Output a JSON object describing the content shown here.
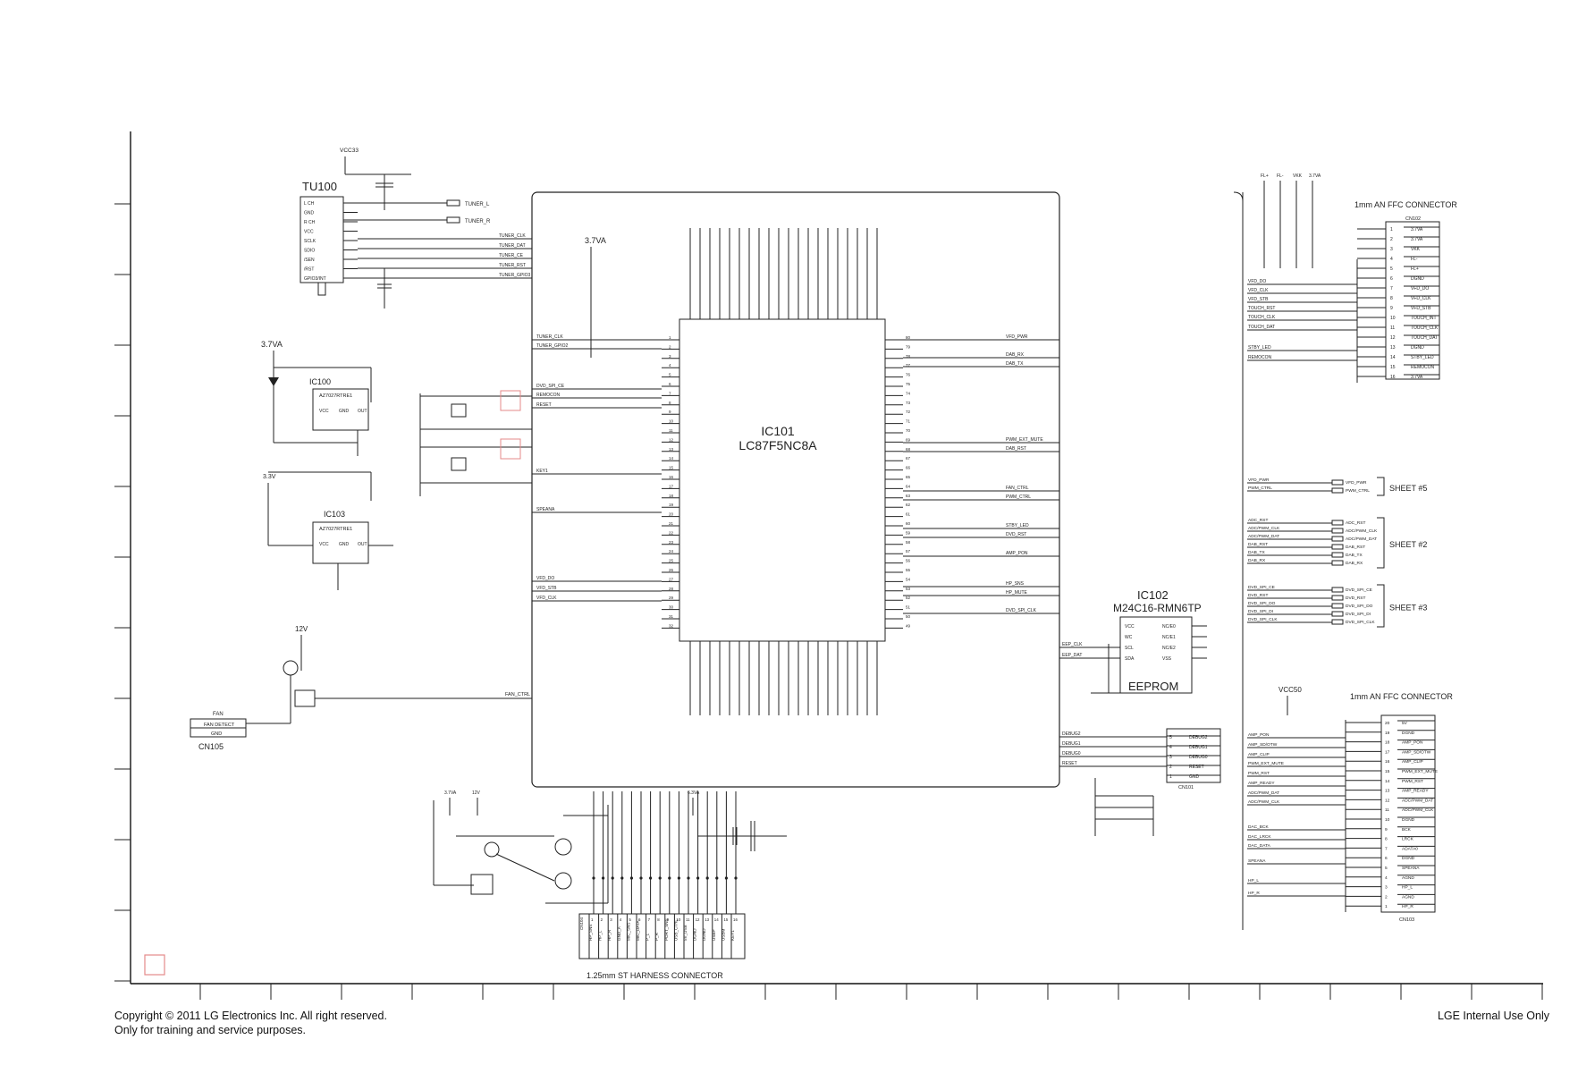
{
  "footer": {
    "copyright": "Copyright © 2011 LG Electronics Inc. All right reserved.",
    "training": "Only for training and service purposes.",
    "internal": "LGE Internal Use Only"
  },
  "tuner": {
    "ref": "TU100",
    "supply": "VCC33",
    "pins": [
      "L CH",
      "GND",
      "R CH",
      "VCC",
      "SCLK",
      "SDIO",
      "/SEN",
      "/RST",
      "GPIO3/INT"
    ],
    "out_left": "TUNER_L",
    "out_right": "TUNER_R",
    "nets": [
      "TUNER_CLK",
      "TUNER_DAT",
      "TUNER_CE",
      "TUNER_RST",
      "TUNER_GPIO3"
    ]
  },
  "regulators": [
    {
      "ref": "IC100",
      "part": "AZ7027RTRE1",
      "supply": "3.7VA",
      "pins": [
        "VCC",
        "GND",
        "OUT"
      ]
    },
    {
      "ref": "IC103",
      "part": "AZ7027RTRE1",
      "supply": "3.3V",
      "pins": [
        "VCC",
        "GND",
        "OUT"
      ]
    }
  ],
  "mcu": {
    "ref": "IC101",
    "part": "LC87F5NC8A",
    "supply": "3.7VA",
    "left_signals": [
      "TUNER_CLK",
      "TUNER_GPIO2",
      "DVD_SPI_CE",
      "REMOCON",
      "RESET",
      "KEY1",
      "SPEANA",
      "VFD_DO",
      "VFD_STB",
      "VFD_CLK"
    ],
    "right_signals": [
      "VFD_PWR",
      "DAB_RX",
      "DAB_TX",
      "PWM_EXT_MUTE",
      "DAB_RST",
      "FAN_CTRL",
      "PWM_CTRL",
      "STBY_LED",
      "DVD_RST",
      "AMP_PON",
      "HP_SNS",
      "HP_MUTE",
      "DVD_SPI_CLK"
    ]
  },
  "eeprom": {
    "ref": "IC102",
    "part": "M24C16-RMN6TP",
    "label": "EEPROM",
    "pins": [
      "NC/E0",
      "NC/E1",
      "NC/E2",
      "VSS",
      "VCC",
      "WC",
      "SCL",
      "SDA"
    ],
    "nets": [
      "EEP_CLK",
      "EEP_DAT"
    ]
  },
  "fan": {
    "ref": "CN105",
    "label": "FAN",
    "rows": [
      "FAN DETECT",
      "GND"
    ],
    "supply": "12V",
    "net": "FAN_CTRL"
  },
  "cn102": {
    "title": "1mm AN FFC CONNECTOR",
    "ref": "CN102",
    "pins": [
      "3.7VA",
      "3.7VA",
      "VKK",
      "FL-",
      "FL+",
      "DGND",
      "VFD_DO",
      "VFD_CLK",
      "VFD_STB",
      "TOUCH_INT",
      "TOUCH_CLK",
      "TOUCH_DAT",
      "DGND",
      "STBY_LED",
      "REMOCON",
      "3.7VA"
    ],
    "top_nets": [
      "FL+",
      "FL-",
      "VKK",
      "3.7VA"
    ],
    "left_nets": [
      "VFD_DO",
      "VFD_CLK",
      "VFD_STB",
      "TOUCH_RST",
      "TOUCH_CLK",
      "TOUCH_DAT",
      "STBY_LED",
      "REMOCON"
    ]
  },
  "sheets": [
    {
      "label": "SHEET #5",
      "nets": [
        "VFD_PWR",
        "PWM_CTRL"
      ]
    },
    {
      "label": "SHEET #2",
      "nets": [
        "ADC_RST",
        "ADC/PWM_CLK",
        "ADC/PWM_DAT",
        "DAB_RST",
        "DAB_TX",
        "DAB_RX"
      ]
    },
    {
      "label": "SHEET #3",
      "nets": [
        "DVD_SPI_CE",
        "DVD_RST",
        "DVD_SPI_DO",
        "DVD_SPI_DI",
        "DVD_SPI_CLK"
      ]
    }
  ],
  "cn103": {
    "title": "1mm AN FFC CONNECTOR",
    "ref": "CN103",
    "supply": "VCC50",
    "pins": [
      "5V",
      "DGND",
      "AMP_PON",
      "AMP_SD/OTW",
      "AMP_CLIP",
      "PWM_EXT_MUTE",
      "PWM_RST",
      "AMP_READY",
      "ADC/PWM_DAT",
      "ADC/PWM_CLK",
      "DGND",
      "BCK",
      "LRCK",
      "ADATA0",
      "DGND",
      "SPEANA",
      "AGND",
      "HP_L",
      "AGND",
      "HP_R"
    ],
    "left_nets": [
      "AMP_PON",
      "AMP_SD/OTW",
      "AMP_CLIP",
      "PWM_EXT_MUTE",
      "PWM_RST",
      "AMP_READY",
      "ADC/PWM_DAT",
      "ADC/PWM_CLK",
      "DAC_BCK",
      "DAC_LRCK",
      "DAC_DATA",
      "SPEANA",
      "HP_L",
      "HP_R"
    ]
  },
  "cn101": {
    "ref": "CN101",
    "pins": [
      "DEBUG2",
      "DEBUG1",
      "DEBUG0",
      "RESET",
      "GND"
    ],
    "nets": [
      "DEBUG2",
      "DEBUG1",
      "DEBUG0",
      "RESET"
    ]
  },
  "harness": {
    "title": "1.25mm ST HARNESS CONNECTOR",
    "ref": "CN104",
    "pins": [
      "HP_SNS",
      "HP_L",
      "HP_R",
      "GND_A",
      "MIC_SNS",
      "MIC_DATA",
      "P_L",
      "P_R",
      "PORT_SNS",
      "USB_CTRL",
      "5V_USB",
      "DGND",
      "DGND",
      "USBP",
      "USBM",
      "KEY1"
    ],
    "supplies": [
      "3.7VA",
      "12V",
      "6.3VA"
    ]
  },
  "grid": {
    "rows": 12,
    "cols": 20
  }
}
